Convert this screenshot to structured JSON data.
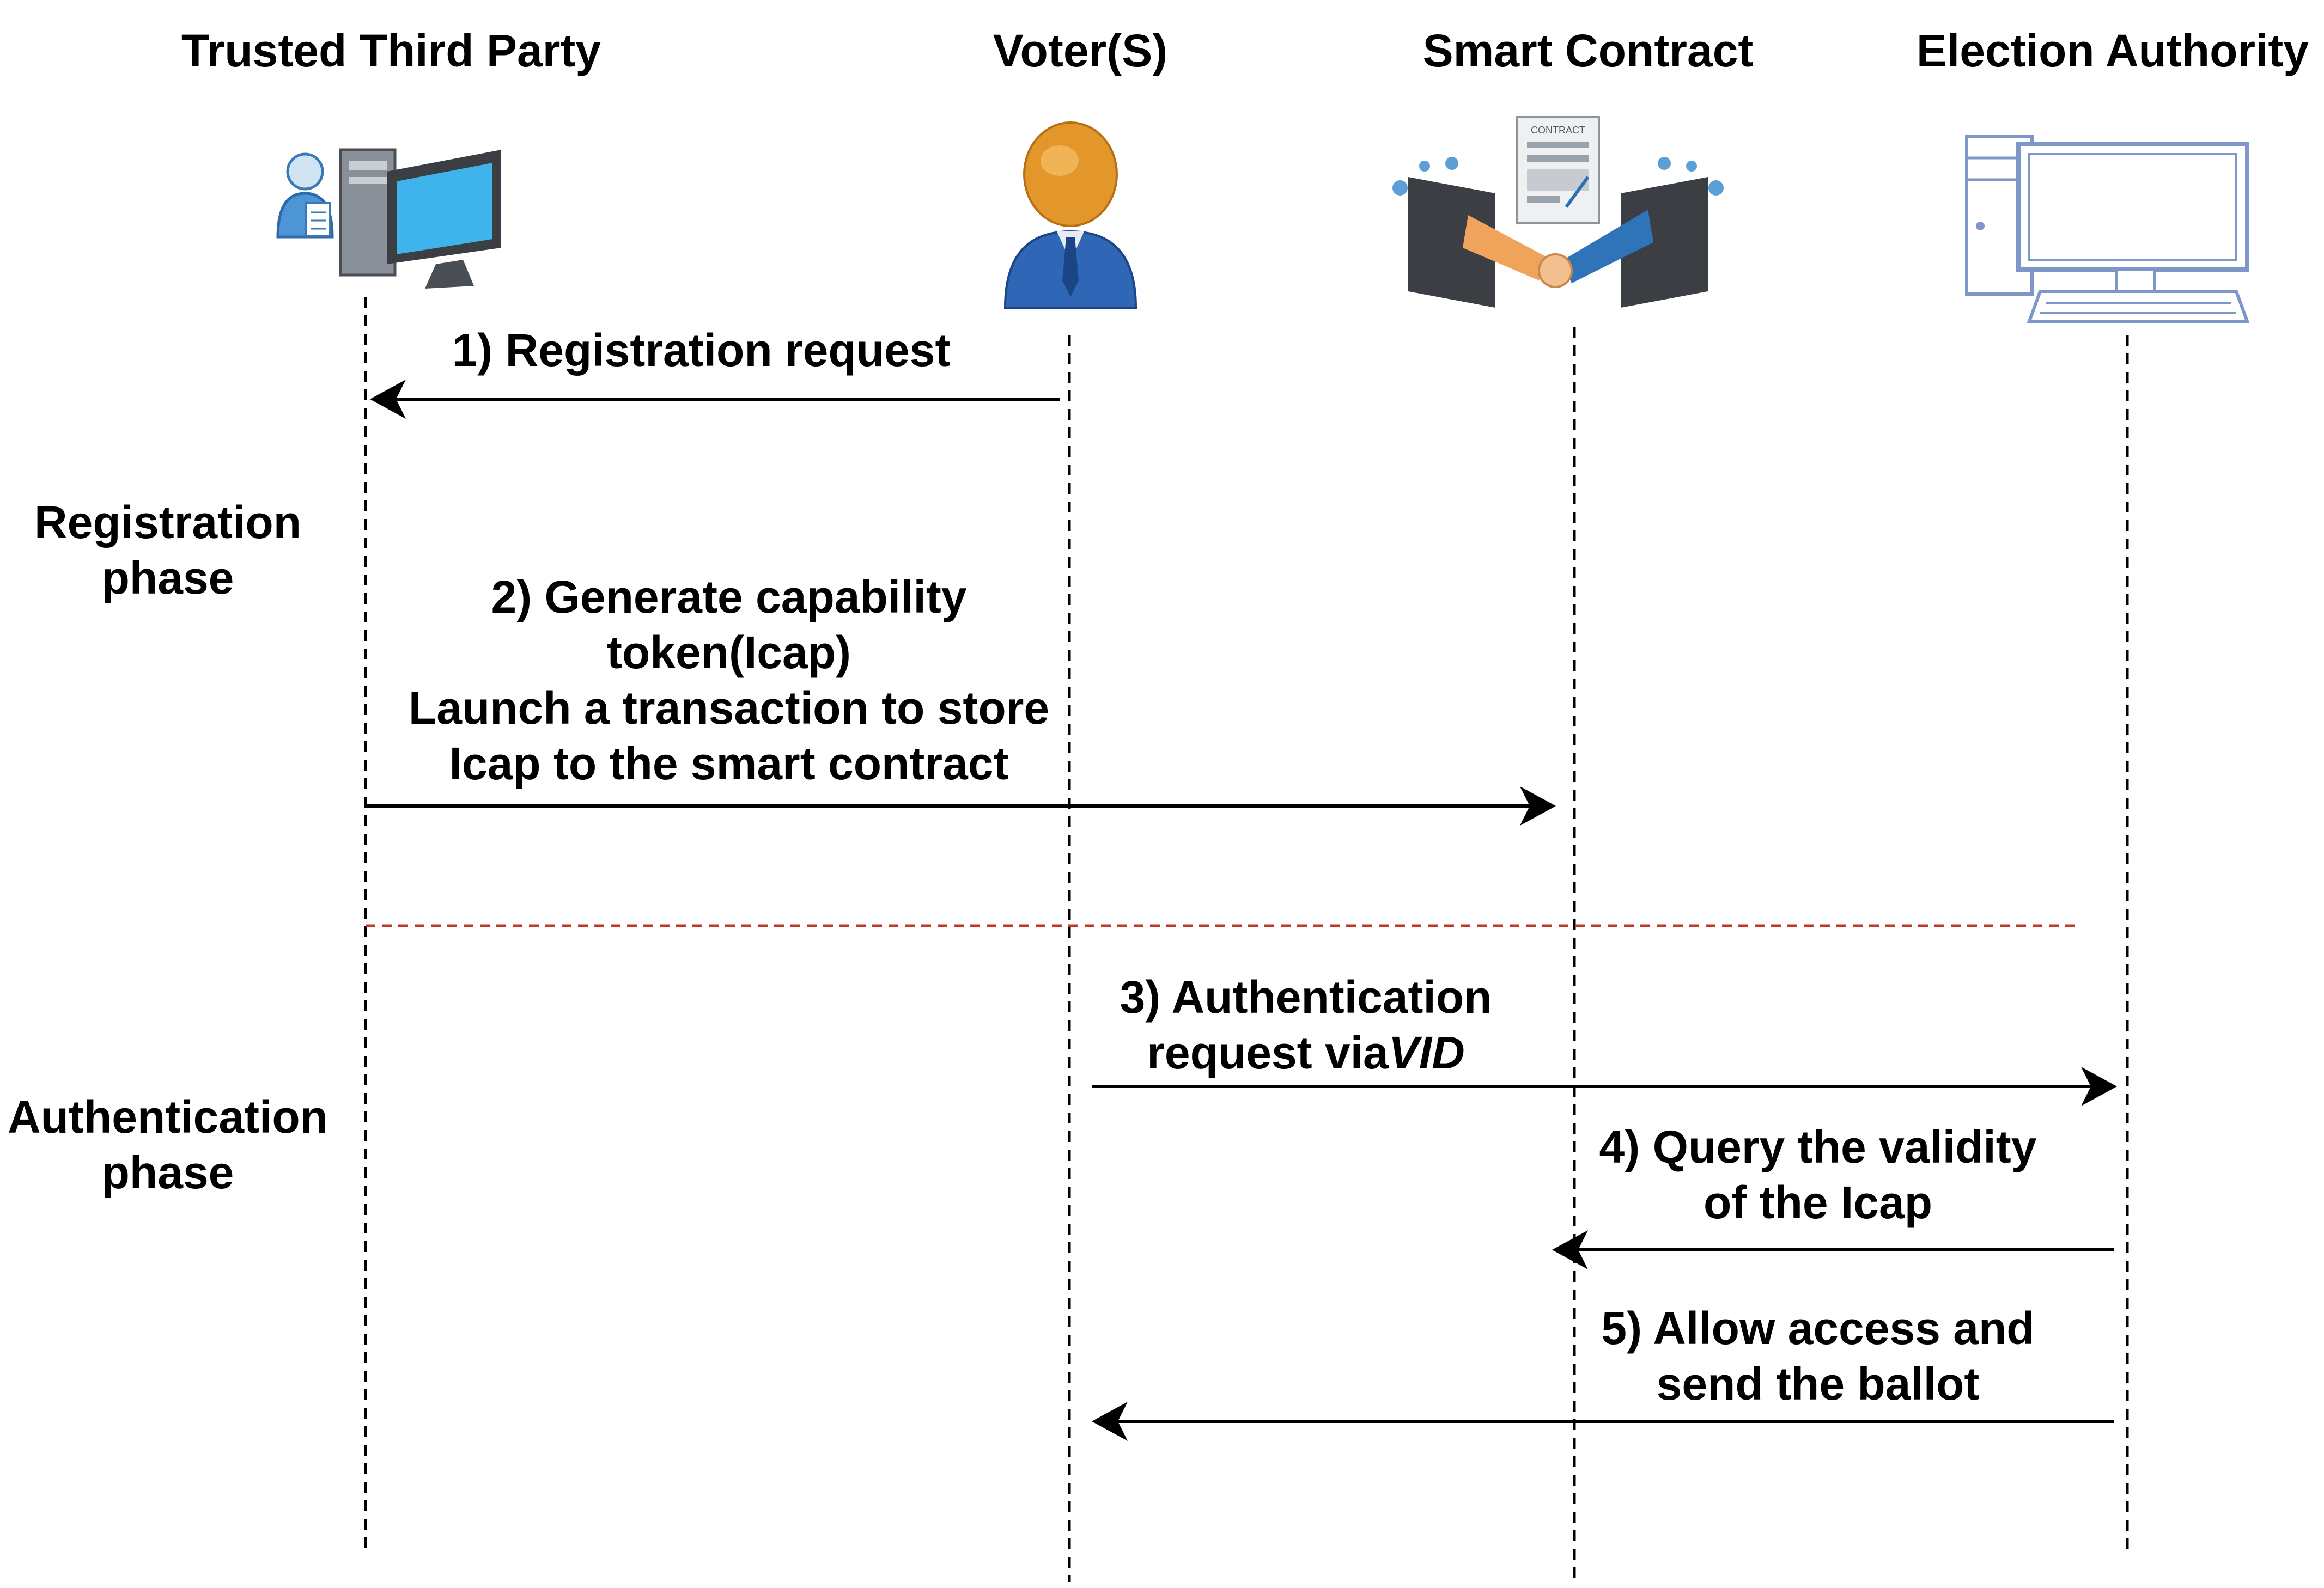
{
  "actors": {
    "ttp": {
      "label": "Trusted Third Party",
      "icon": "clerk-with-computer-icon"
    },
    "voter": {
      "label": "Voter(S)",
      "icon": "user-avatar-icon"
    },
    "contract": {
      "label": "Smart Contract",
      "icon": "contract-handshake-icon",
      "icon_text": "CONTRACT"
    },
    "authority": {
      "label": "Election Authority",
      "icon": "desktop-computer-icon"
    }
  },
  "phases": {
    "registration": {
      "line1": "Registration",
      "line2": "phase"
    },
    "authentication": {
      "line1": "Authentication",
      "line2": "phase"
    }
  },
  "messages": {
    "m1": {
      "line1": "1) Registration request"
    },
    "m2": {
      "line1": "2) Generate capability",
      "line2": "token(Icap)",
      "line3": "Launch a transaction to store",
      "line4": "Icap to the smart contract"
    },
    "m3": {
      "line1": "3) Authentication",
      "line2_prefix": "request via",
      "line2_italic": "VID"
    },
    "m4": {
      "line1": "4) Query the validity",
      "line2": "of the Icap"
    },
    "m5": {
      "line1": "5) Allow access and",
      "line2": "send the ballot"
    }
  },
  "colors": {
    "lifeline": "#000000",
    "arrow": "#000000",
    "phase_separator": "#c0392b"
  }
}
